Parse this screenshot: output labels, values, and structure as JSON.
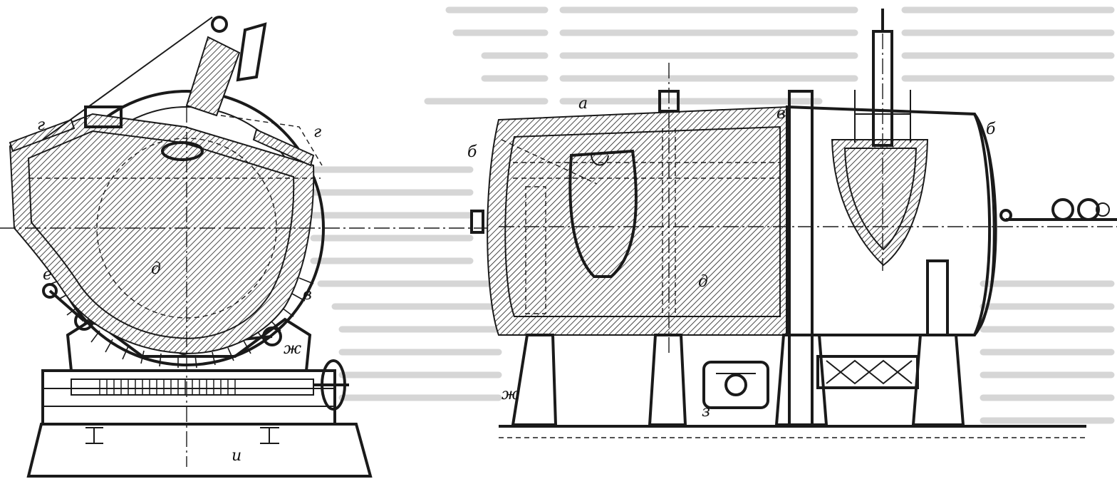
{
  "figure": {
    "left_view_labels": {
      "g_left": "г",
      "g_right": "г",
      "d": "д",
      "v": "в",
      "e": "е",
      "zh": "ж",
      "i": "и"
    },
    "right_view_labels": {
      "a": "а",
      "b_left": "б",
      "b_right": "б",
      "v": "в",
      "d": "д",
      "zh": "ж",
      "z": "з"
    }
  },
  "colors": {
    "ink": "#1a1a1a",
    "paper": "#ffffff",
    "page_text": "#dcdcdc"
  }
}
